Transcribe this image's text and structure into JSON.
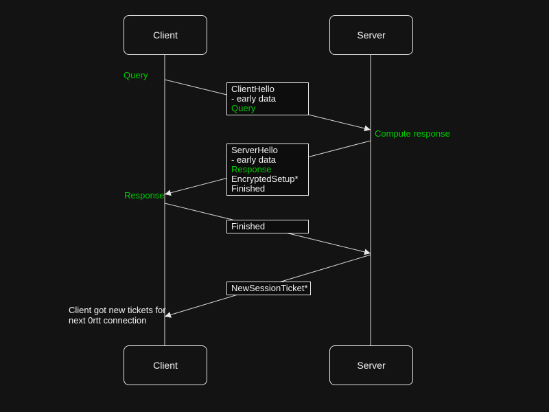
{
  "actors": {
    "client_top": "Client",
    "server_top": "Server",
    "client_bottom": "Client",
    "server_bottom": "Server"
  },
  "labels": {
    "query": "Query",
    "compute_response": "Compute response",
    "response": "Response",
    "tickets_note_line1": "Client got new tickets for",
    "tickets_note_line2": "next 0rtt connection"
  },
  "message_boxes": {
    "client_hello": {
      "lines": [
        "ClientHello",
        "- early data",
        "Query"
      ]
    },
    "server_hello": {
      "lines": [
        "ServerHello",
        "- early data",
        "Response",
        "EncryptedSetup*",
        "Finished"
      ]
    },
    "finished": {
      "lines": [
        "Finished"
      ]
    },
    "new_session_ticket": {
      "lines": [
        "NewSessionTicket*"
      ]
    }
  },
  "colors": {
    "accent_green": "#00cc00",
    "foreground": "#f2f2f2",
    "background": "#131313"
  }
}
